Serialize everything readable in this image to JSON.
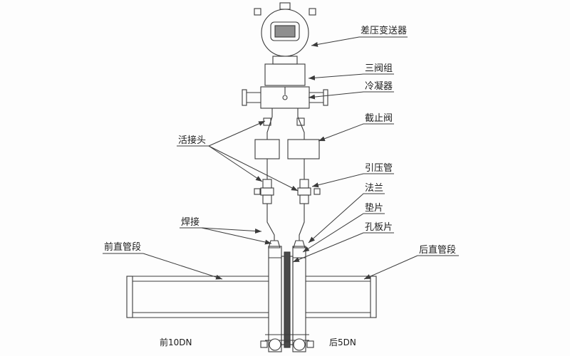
{
  "theme": {
    "bg": "#fdfdfd",
    "line": "#3b3b3b",
    "ink": "#1c1c1c",
    "plate": "#4a4a4a"
  },
  "labels": {
    "transmitter": "差压变送器",
    "manifold": "三阀组",
    "condenser": "冷凝器",
    "stop_valve": "截止阀",
    "union": "活接头",
    "impulse_pipe": "引压管",
    "flange": "法兰",
    "gasket": "垫片",
    "weld": "焊接",
    "orifice_plate": "孔板片",
    "front_straight_pipe": "前直管段",
    "rear_straight_pipe": "后直管段",
    "front_length": "前10DN",
    "rear_length": "后5DN"
  }
}
